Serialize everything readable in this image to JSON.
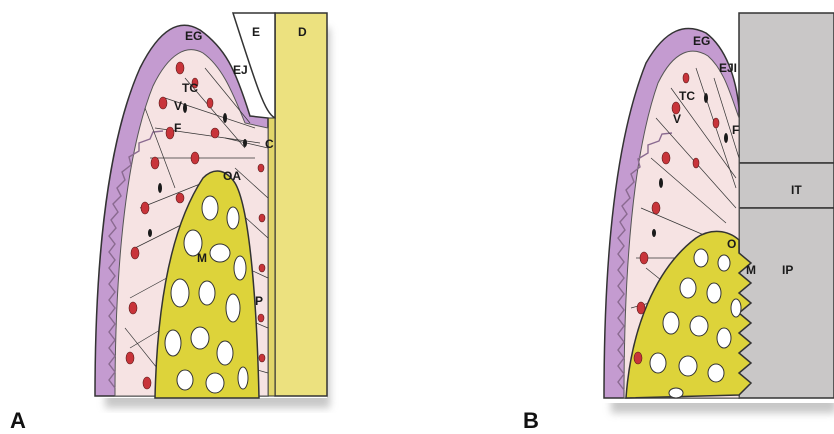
{
  "panel_a": {
    "letter": "A",
    "labels": {
      "EG": "EG",
      "E": "E",
      "D": "D",
      "EJ": "EJ",
      "TC": "TC",
      "V": "V",
      "F": "F",
      "C": "C",
      "OA": "OA",
      "M": "M",
      "P": "P"
    }
  },
  "panel_b": {
    "letter": "B",
    "labels": {
      "EG": "EG",
      "EJI": "EJI",
      "TC": "TC",
      "V": "V",
      "F": "F",
      "IT": "IT",
      "O": "O",
      "M": "M",
      "IP": "IP"
    }
  },
  "colors": {
    "gingiva_epithelium": "#c49bd0",
    "connective_tissue": "#f6e3e3",
    "bone_tissue": "#ddd33a",
    "dentin": "#ece17f",
    "vessels": "#c8343a",
    "implant": "#c9c7c7"
  }
}
